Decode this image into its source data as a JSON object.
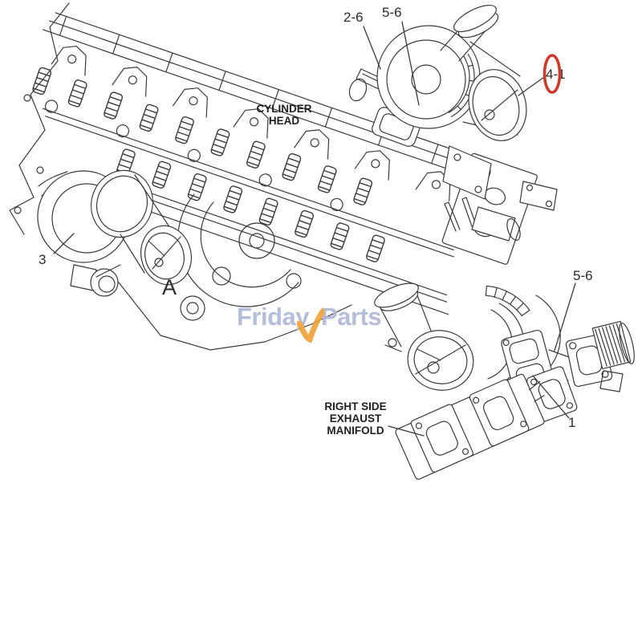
{
  "page": {
    "background": "#ffffff",
    "description": "Engine cylinder head and turbocharger parts diagram"
  },
  "colors": {
    "line": "#3a3a3a",
    "label_text": "#2b2b2b",
    "highlight_red": "#cd3a29",
    "logo_blue": "#aeb9d9",
    "logo_orange": "#f0a23a"
  },
  "callouts": {
    "c2_6": "2-6",
    "c5_6_top": "5-6",
    "c4_1": "4-1",
    "c3": "3",
    "cA": "A",
    "c5_6_bottom": "5-6",
    "c1": "1"
  },
  "annotations": {
    "cylinder_head": {
      "line1": "CYLINDER",
      "line2": "HEAD"
    },
    "exhaust_manifold": {
      "line1": "RIGHT SIDE",
      "line2": "EXHAUST",
      "line3": "MANIFOLD"
    }
  },
  "watermark": {
    "text": "FridayParts",
    "part1": "Frida",
    "part2": "y",
    "part3": "Parts"
  },
  "highlight": {
    "type": "ellipse",
    "label": "4-1",
    "color": "#cd3a29"
  }
}
